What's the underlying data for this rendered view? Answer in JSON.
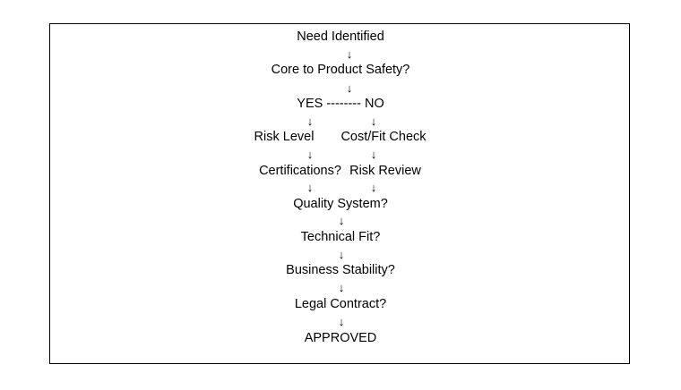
{
  "flowchart": {
    "need": "Need Identified",
    "core_question": "Core to Product Safety?",
    "branch_line": "YES -------- NO",
    "yes_step1": "Risk Level",
    "no_step1": "Cost/Fit Check",
    "yes_step2": "Certifications?",
    "no_step2": "Risk Review",
    "quality": "Quality System?",
    "technical": "Technical Fit?",
    "business": "Business Stability?",
    "legal": "Legal Contract?",
    "approved": "APPROVED",
    "arrow": "↓"
  }
}
